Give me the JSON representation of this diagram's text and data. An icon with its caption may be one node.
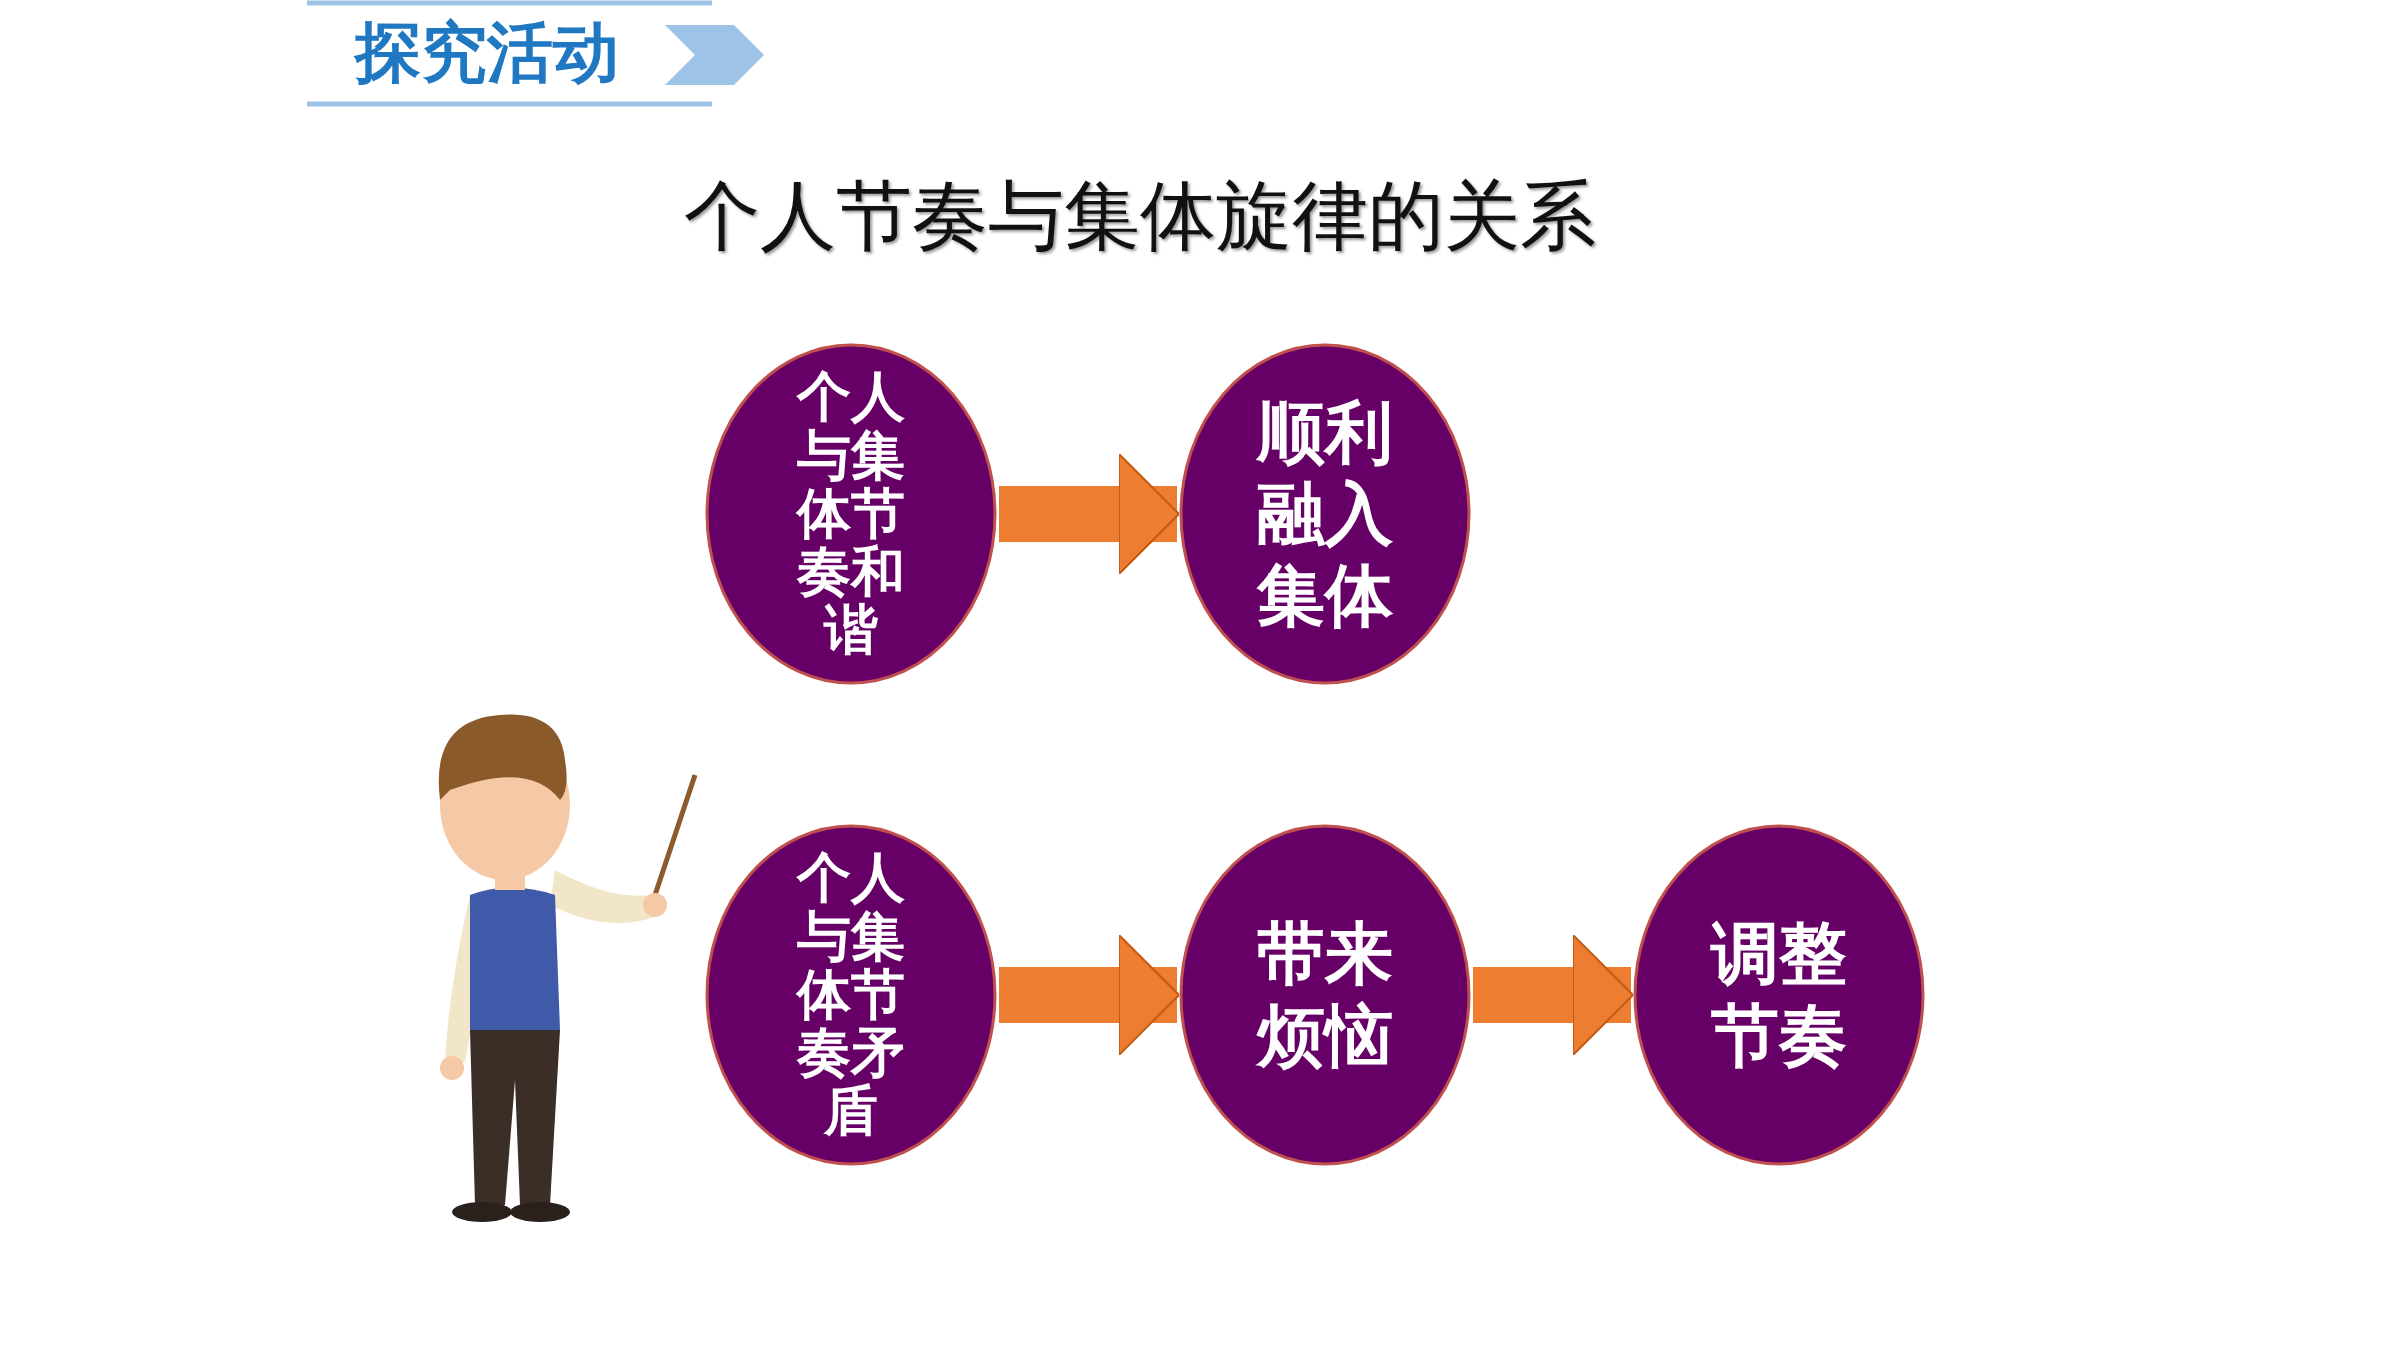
{
  "diagram": {
    "title": "个人节奏与集体旋律的关系",
    "nodes": [
      {
        "text": [
          "个人与集体节奏和谐"
        ]
      },
      {
        "text": [
          "顺利融入集体"
        ]
      },
      {
        "text": [
          "个人与集体节奏矛盾"
        ]
      },
      {
        "text": [
          "带来烦恼"
        ]
      },
      {
        "text": [
          "调整节奏"
        ]
      }
    ],
    "edges": [
      {
        "from": 0,
        "to": 1,
        "arrow": "to"
      },
      {
        "from": 2,
        "to": 3,
        "arrow": "to"
      },
      {
        "from": 3,
        "to": 4,
        "arrow": "to"
      }
    ],
    "labels": [
      "探究活动"
    ]
  }
}
